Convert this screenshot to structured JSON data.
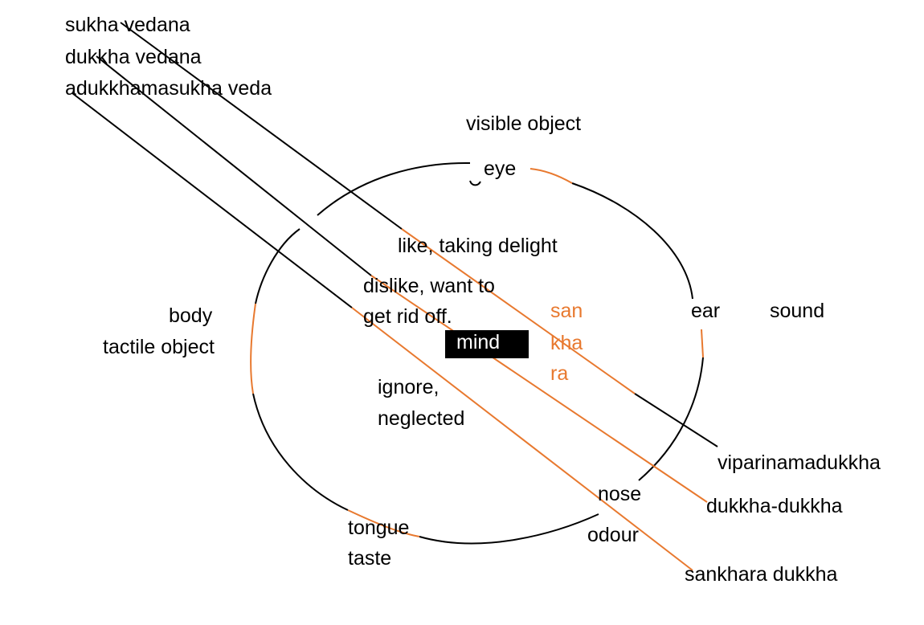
{
  "colors": {
    "line": "#000000",
    "accent": "#e8792f",
    "mind_bg": "#000000",
    "mind_text": "#ffffff"
  },
  "vedana": {
    "sukha": "sukha vedana",
    "dukkha": "dukkha vedana",
    "adukkhamasukha": "adukkhamasukha veda"
  },
  "senses": {
    "visible_object": "visible object",
    "eye": "eye",
    "ear": "ear",
    "sound": "sound",
    "body": "body",
    "tactile_object": "tactile object",
    "nose": "nose",
    "odour": "odour",
    "tongue": "tongue",
    "taste": "taste"
  },
  "center": {
    "mind": "mind",
    "like": "like, taking delight",
    "dislike_1": "dislike, want to",
    "dislike_2": "get rid off.",
    "ignore_1": "ignore,",
    "ignore_2": "neglected",
    "sankhara": [
      "san",
      "kha",
      "ra"
    ]
  },
  "dukkha_types": {
    "viparinama": "viparinamadukkha",
    "dukkha_dukkha": "dukkha-dukkha",
    "sankhara": "sankhara dukkha"
  }
}
